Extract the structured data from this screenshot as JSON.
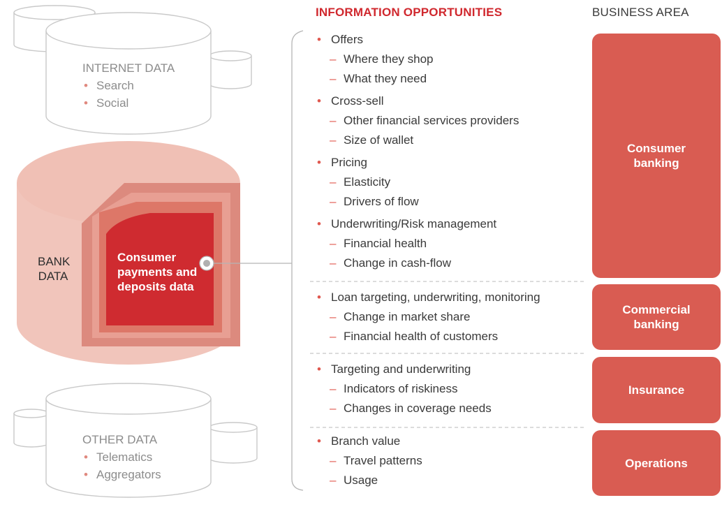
{
  "headers": {
    "info": "INFORMATION OPPORTUNITIES",
    "business": "BUSINESS AREA"
  },
  "sources": {
    "internet": {
      "title": "INTERNET DATA",
      "items": [
        "Search",
        "Social"
      ]
    },
    "bank": {
      "title": "BANK DATA"
    },
    "core": {
      "title": "Consumer payments and deposits data"
    },
    "other": {
      "title": "OTHER DATA",
      "items": [
        "Telematics",
        "Aggregators"
      ]
    }
  },
  "groups": [
    {
      "items": [
        {
          "label": "Offers",
          "subs": [
            "Where they shop",
            "What they need"
          ]
        },
        {
          "label": "Cross-sell",
          "subs": [
            "Other financial services providers",
            "Size of wallet"
          ]
        },
        {
          "label": "Pricing",
          "subs": [
            "Elasticity",
            "Drivers of flow"
          ]
        },
        {
          "label": "Underwriting/Risk management",
          "subs": [
            "Financial health",
            "Change in cash-flow"
          ]
        }
      ]
    },
    {
      "items": [
        {
          "label": "Loan targeting, underwriting, monitoring",
          "subs": [
            "Change in market share",
            "Financial health of customers"
          ]
        }
      ]
    },
    {
      "items": [
        {
          "label": "Targeting and underwriting",
          "subs": [
            "Indicators of riskiness",
            "Changes in coverage needs"
          ]
        }
      ]
    },
    {
      "items": [
        {
          "label": "Branch value",
          "subs": [
            "Travel patterns",
            "Usage"
          ]
        }
      ]
    }
  ],
  "business_areas": [
    "Consumer banking",
    "Commercial banking",
    "Insurance",
    "Operations"
  ],
  "colors": {
    "accent": "#d0282e",
    "box": "#d95c52",
    "bank_light": "#f1c5bb",
    "outline": "#cfcfcf"
  }
}
